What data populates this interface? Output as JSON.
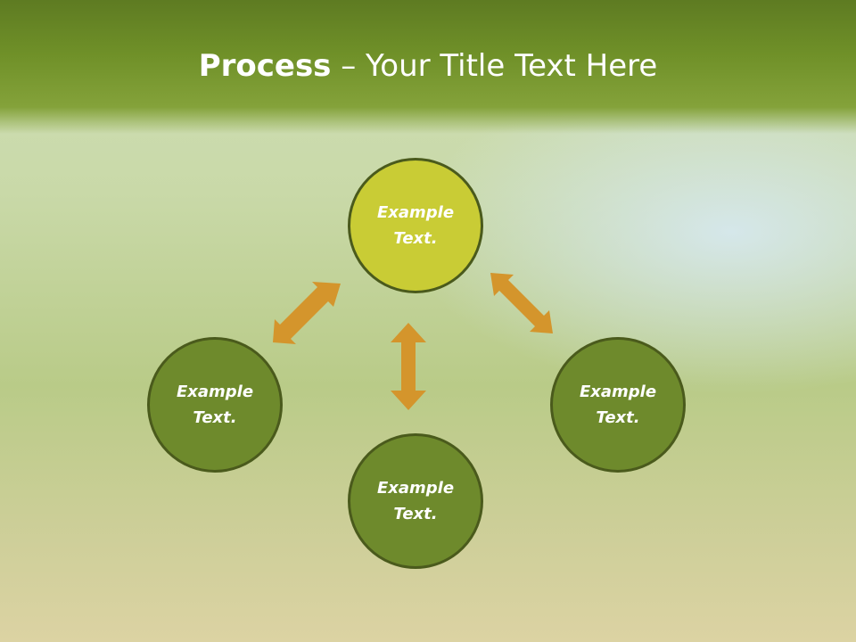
{
  "title": {
    "bold": "Process",
    "rest": " – Your Title Text Here"
  },
  "nodes": {
    "top": "Example\nText.",
    "left": "Example\nText.",
    "right": "Example\nText.",
    "bottom": "Example\nText."
  },
  "colors": {
    "title_bar": "#6f9028",
    "node_top": "#c9cc35",
    "node_other": "#6e8a2c",
    "node_border": "#4a5a1c",
    "arrow": "#d4952c"
  }
}
